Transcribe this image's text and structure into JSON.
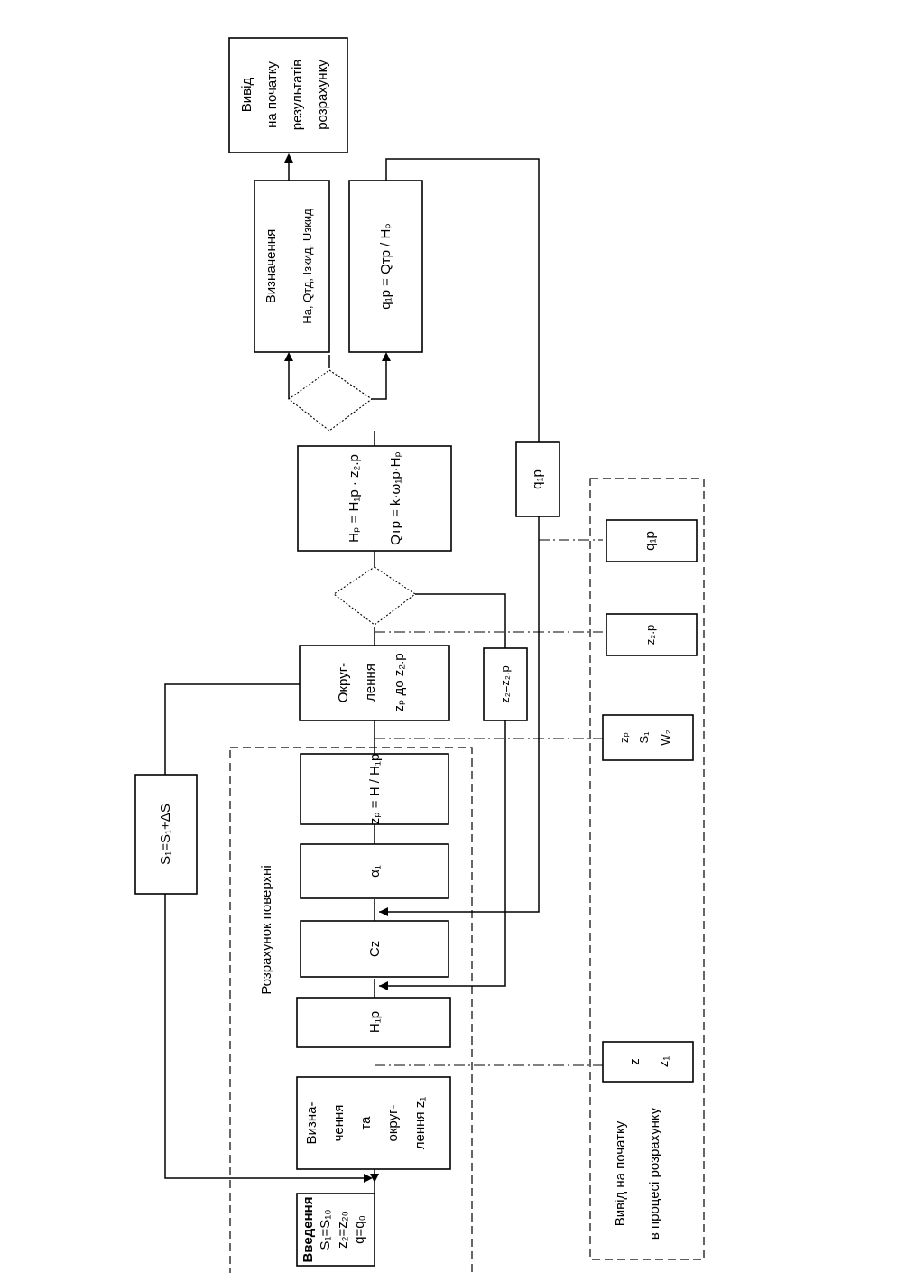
{
  "blocks": {
    "input": [
      "Введення",
      "S₁=S₁₀",
      "z₂=z₂₀",
      "q=q₀"
    ],
    "select_round_z1": [
      "Визна-",
      "чення",
      "та",
      "округ-",
      "лення z₁"
    ],
    "h1p": "H₁р",
    "cz": "Cz",
    "alpha1": "α₁",
    "zp_calc": "zₚ = H / H₁р",
    "round_zp": [
      "Округ-",
      "лення",
      "zₚ до z₂.р"
    ],
    "hp_block": [
      "Hₚ = H₁р · z₂.р",
      "Qтр = k·ω₁р·Hₚ"
    ],
    "determine_block": [
      "Визначення",
      "Hа, Qтд, Iзкид, Uзкид"
    ],
    "qp_block": "q₁р = Qтр / Hₚ",
    "output_results": [
      "Вивід",
      "на початку",
      "результатів",
      "розрахунку"
    ],
    "s1_update": "S₁=S₁+ΔS",
    "z2_assign": "z₂=z₂.р",
    "q_feedback": "q₁р"
  },
  "regions": {
    "surface_calc_label": "Розрахунок поверхні",
    "print_process_label": [
      "Вивід на початку",
      "в процесі розрахунку"
    ]
  },
  "print_blocks": {
    "z_z1": [
      "z",
      "z₁"
    ],
    "zp_s1_w": [
      "zₚ",
      "S₁",
      "W₂"
    ],
    "z2p": "z₂.р",
    "q1p": "q₁р"
  }
}
